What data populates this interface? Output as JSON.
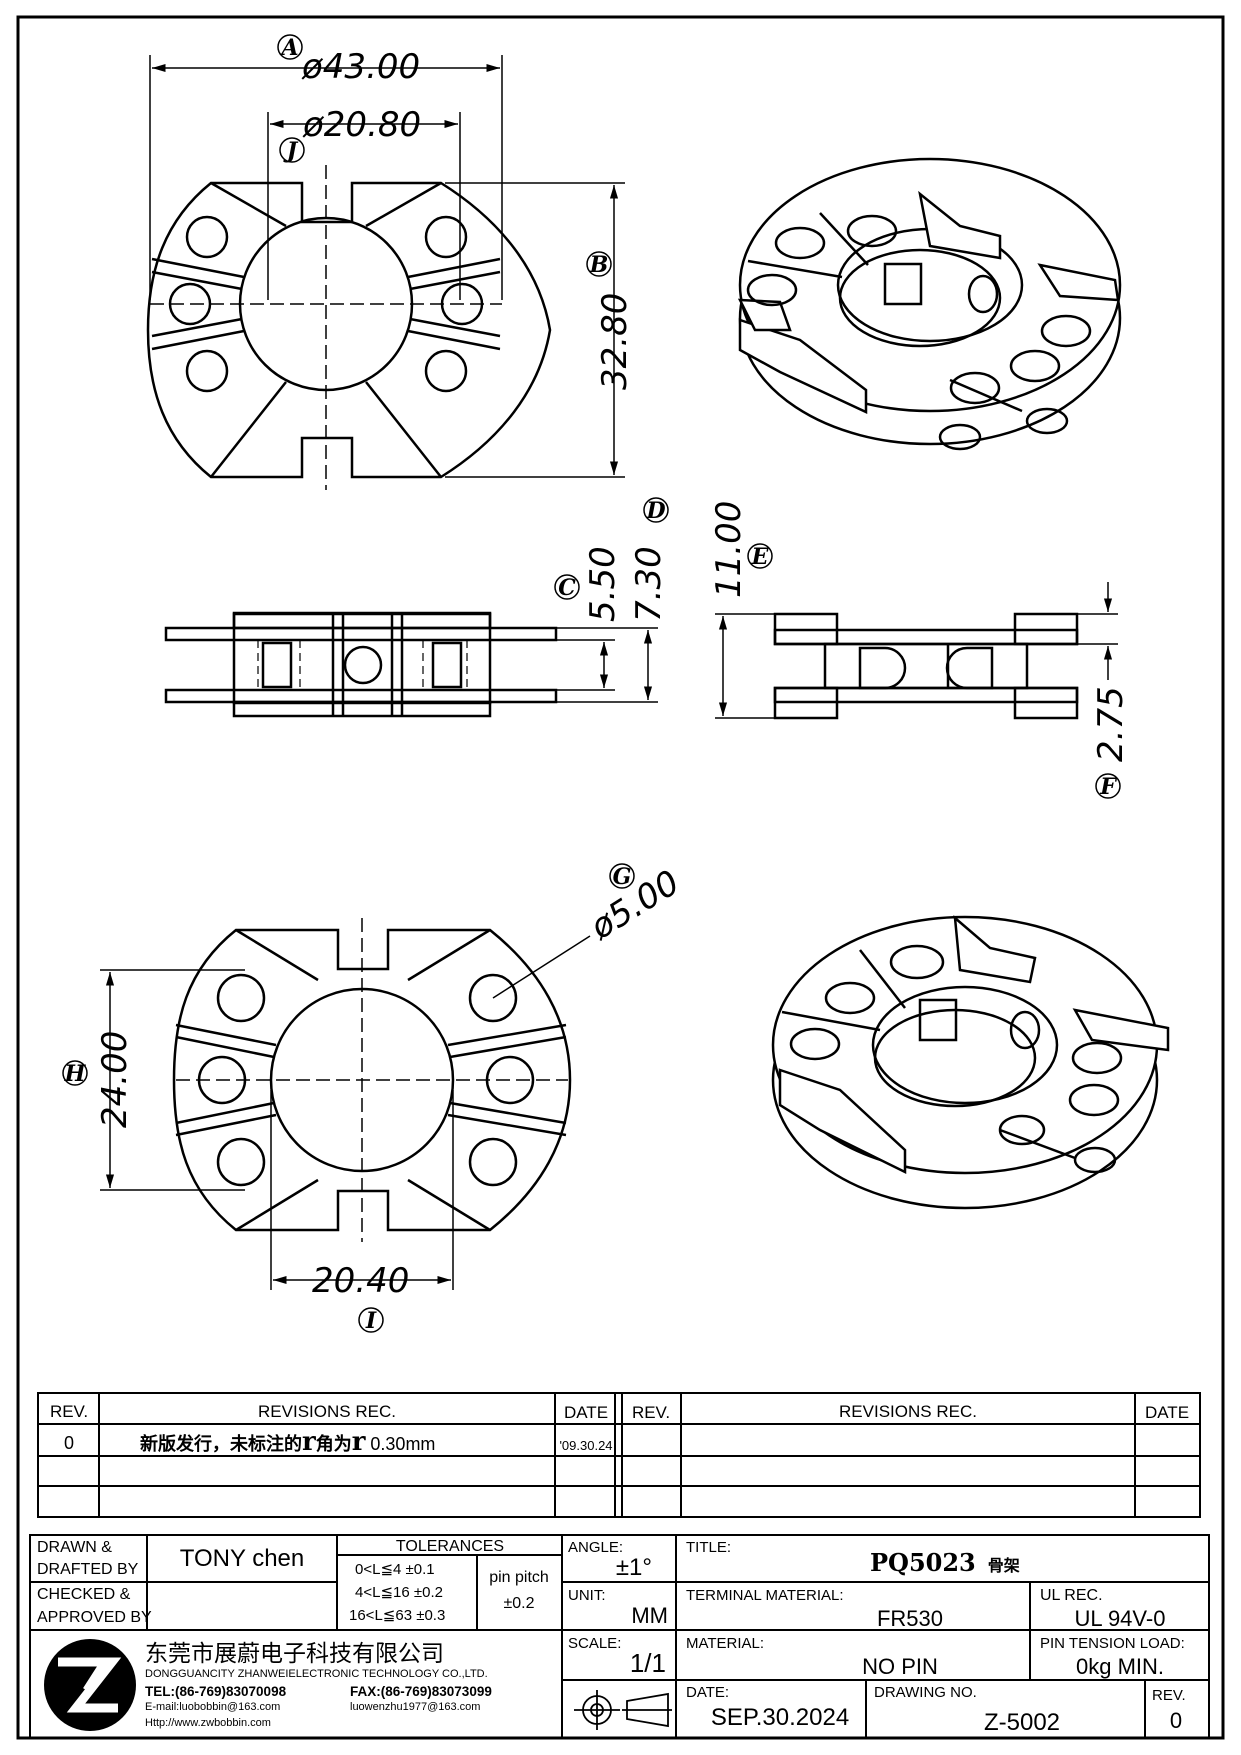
{
  "dimensions": {
    "A": {
      "label": "A",
      "value": "ø43.00"
    },
    "J": {
      "label": "J",
      "value": "ø20.80"
    },
    "B": {
      "label": "B",
      "value": "32.80"
    },
    "C": {
      "label": "C",
      "value": "5.50"
    },
    "D": {
      "label": "D",
      "value": "7.30"
    },
    "E": {
      "label": "E",
      "value": "11.00"
    },
    "F": {
      "label": "F",
      "value": "2.75"
    },
    "G": {
      "label": "G",
      "value": "ø5.00"
    },
    "H": {
      "label": "H",
      "value": "24.00"
    },
    "I": {
      "label": "I",
      "value": "20.40"
    }
  },
  "revisions": {
    "headers": {
      "rev": "REV.",
      "rec": "REVISIONS   REC.",
      "date": "DATE"
    },
    "rows": [
      {
        "rev": "0",
        "rec_prefix": "新版发行，未标注的",
        "rec_r1": "r",
        "rec_mid": "角为",
        "rec_r2": "r",
        "rec_value": " 0.30mm",
        "date": "'09.30.24"
      }
    ]
  },
  "title_block": {
    "drawn_label_1": "DRAWN &",
    "drawn_label_2": "DRAFTED BY",
    "drawn_value": "TONY chen",
    "checked_label_1": "CHECKED &",
    "checked_label_2": "APPROVED BY",
    "checked_value": "",
    "tolerances_header": "TOLERANCES",
    "tolerances": [
      "0<L≦4    ±0.1",
      "4<L≦16  ±0.2",
      "16<L≦63 ±0.3"
    ],
    "pin_pitch_label": "pin pitch",
    "pin_pitch_value": "±0.2",
    "angle_label": "ANGLE:",
    "angle_value": "±1°",
    "unit_label": "UNIT:",
    "unit_value": "MM",
    "scale_label": "SCALE:",
    "scale_value": "1/1",
    "title_label": "TITLE:",
    "title_value": "PQ5023",
    "title_suffix": "骨架",
    "terminal_label": "TERMINAL MATERIAL:",
    "terminal_value": "FR530",
    "ul_label": "UL REC.",
    "ul_value": "UL 94V-0",
    "material_label": "MATERIAL:",
    "material_value": "NO PIN",
    "pin_tension_label": "PIN TENSION LOAD:",
    "pin_tension_value": "0kg MIN.",
    "date_label": "DATE:",
    "date_value": "SEP.30.2024",
    "drawing_no_label": "DRAWING NO.",
    "drawing_no_value": "Z-5002",
    "rev_label": "REV.",
    "rev_value": "0"
  },
  "company": {
    "name_cn": "东莞市展蔚电子科技有限公司",
    "name_en": "DONGGUANCITY ZHANWEIELECTRONIC TECHNOLOGY CO.,LTD.",
    "tel": "TEL:(86-769)83070098",
    "fax": "FAX:(86-769)83073099",
    "email1": "E-mail:luobobbin@163.com",
    "email2": "luowenzhu1977@163.com",
    "http": "Http://www.zwbobbin.com",
    "logo_icon": "zw-logo-icon"
  }
}
